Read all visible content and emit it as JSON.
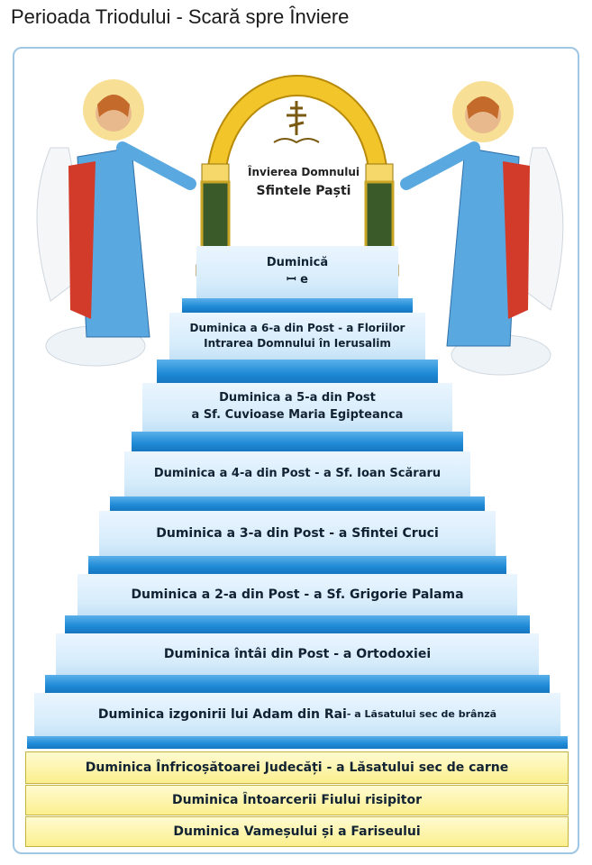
{
  "header": {
    "title": "Perioada Triodului - Scară spre Înviere"
  },
  "arch": {
    "line1": "Învierea Domnului",
    "line2": "Sfintele Paști"
  },
  "steps": {
    "s1": {
      "line1": "Duminică",
      "line2": "ꟷ e"
    },
    "s2": {
      "line1": "Duminica a 6-a din Post - a Floriilor",
      "line2": "Intrarea Domnului în Ierusalim"
    },
    "s3": {
      "line1": "Duminica a 5-a din Post",
      "line2": "a Sf. Cuvioase Maria Egipteanca"
    },
    "s4": {
      "line1": "Duminica a 4-a din Post - a Sf. Ioan Scăraru"
    },
    "s5": {
      "line1": "Duminica a 3-a din Post - a Sfintei Cruci"
    },
    "s6": {
      "line1": "Duminica a 2-a din Post - a Sf. Grigorie Palama"
    },
    "s7": {
      "line1": "Duminica întâi din Post - a Ortodoxiei"
    },
    "s8": {
      "main": "Duminica izgonirii lui Adam din Rai",
      "sub": " - a Lăsatului sec de brânză"
    },
    "y1": {
      "line1": "Duminica Înfricoșătoarei Judecăți - a Lăsatului sec de carne"
    },
    "y2": {
      "line1": "Duminica Întoarcerii Fiului risipitor"
    },
    "y3": {
      "line1": "Duminica Vameșului și a Fariseului"
    }
  },
  "colors": {
    "stair_blue": "#1f8ad6",
    "step_face": "#d6ecfb",
    "gold": "#f0c020",
    "yellow_step": "#fbef8e",
    "angel_robe": "#5aa8e0",
    "angel_cloak": "#d23a2a"
  }
}
